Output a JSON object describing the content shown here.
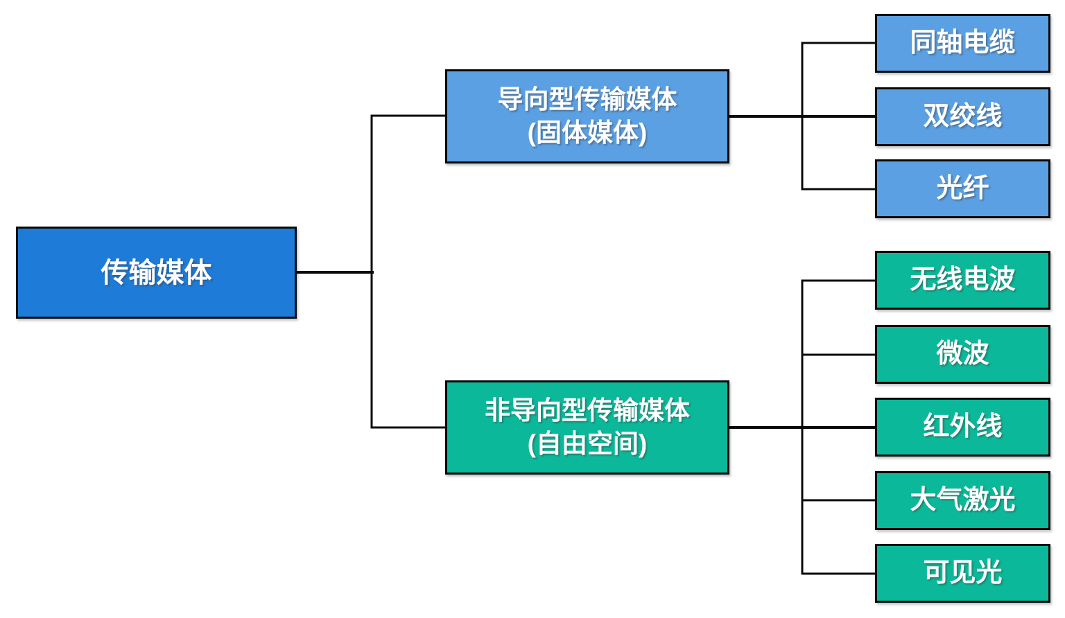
{
  "diagram": {
    "title_hint": "transmission-media-classification-tree",
    "root": {
      "label": "传输媒体"
    },
    "branches": [
      {
        "label": "导向型传输媒体",
        "sublabel": "(固体媒体)",
        "children": [
          "同轴电缆",
          "双绞线",
          "光纤"
        ]
      },
      {
        "label": "非导向型传输媒体",
        "sublabel": "(自由空间)",
        "children": [
          "无线电波",
          "微波",
          "红外线",
          "大气激光",
          "可见光"
        ]
      }
    ],
    "colors": {
      "root_fill": "#1E7BD8",
      "guided_fill": "#5BA0E3",
      "unguided_fill": "#0BB99A",
      "node_border": "#0a0a0a",
      "connector": "#0a0a0a",
      "text": "#ffffff",
      "background": "#ffffff"
    }
  }
}
